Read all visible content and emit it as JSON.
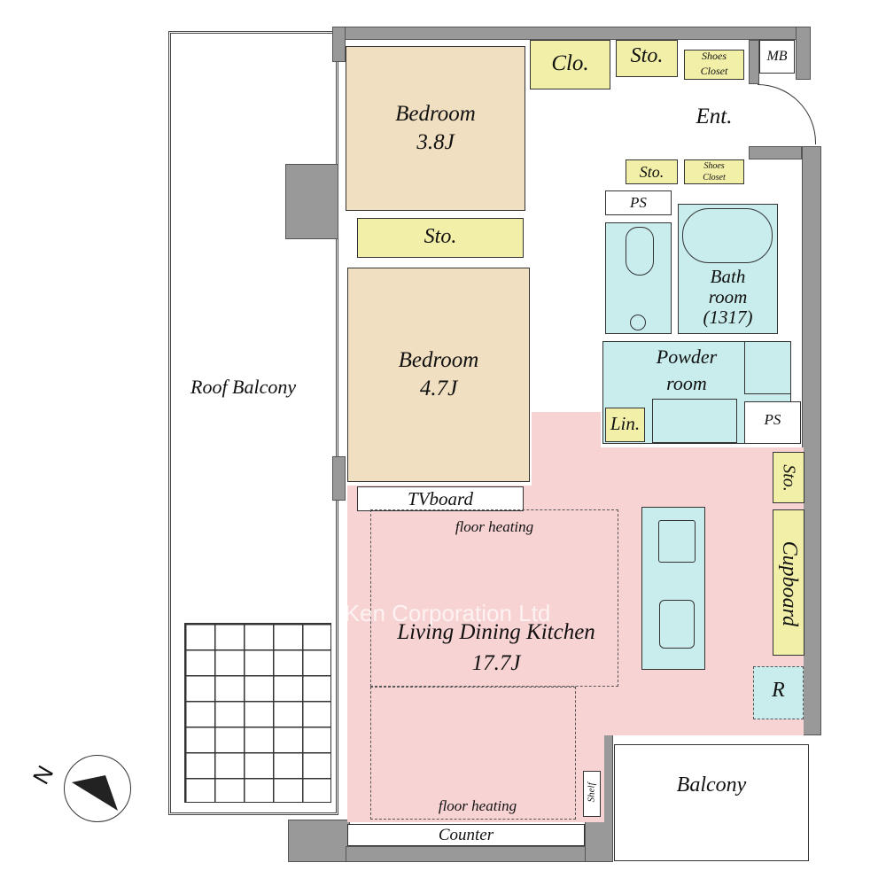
{
  "rooms": {
    "roof_balcony": "Roof Balcony",
    "bedroom1": {
      "name": "Bedroom",
      "size": "3.8J"
    },
    "bedroom2": {
      "name": "Bedroom",
      "size": "4.7J"
    },
    "storage_bed": "Sto.",
    "closet": "Clo.",
    "storage_top": "Sto.",
    "shoes_closet_top": [
      "Shoes",
      "Closet"
    ],
    "meter_box": "MB",
    "entrance": "Ent.",
    "storage_small": "Sto.",
    "shoes_closet_bottom": [
      "Shoes",
      "Closet"
    ],
    "pipe_space_1": "PS",
    "bathroom": [
      "Bath",
      "room",
      "(1317)"
    ],
    "powder_room": [
      "Powder",
      "room"
    ],
    "linen": "Lin.",
    "pipe_space_2": "PS",
    "storage_right": "Sto.",
    "cupboard": "Cupboard",
    "refrigerator": "R",
    "tv_board": "TVboard",
    "floor_heating_1": "floor heating",
    "floor_heating_2": "floor heating",
    "ldk": {
      "name": "Living Dining Kitchen",
      "size": "17.7J"
    },
    "balcony": "Balcony",
    "counter": "Counter",
    "shelf": "Shelf"
  },
  "watermark": "Ken Corporation Ltd",
  "compass": "N",
  "colors": {
    "bedroom": "#f0dfc0",
    "storage": "#f2f0a8",
    "wet": "#c9ecec",
    "ldk": "#f8d3d3",
    "wall": "#999999"
  }
}
